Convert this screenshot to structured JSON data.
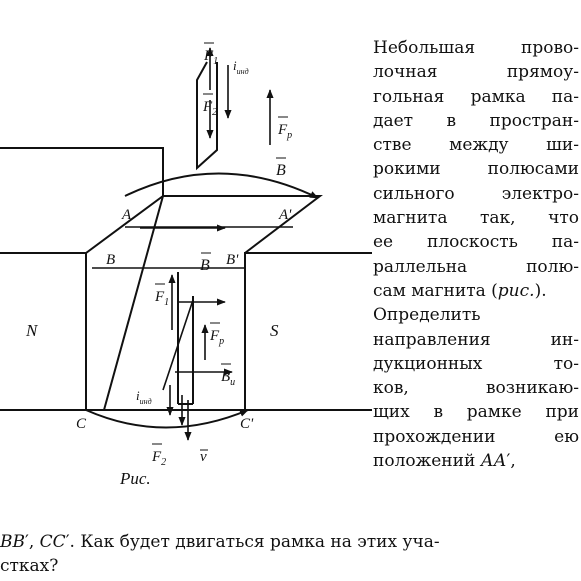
{
  "figure": {
    "caption": "Рис.",
    "poles": {
      "north": "N",
      "south": "S"
    },
    "positions": {
      "a": "A",
      "a_prime": "A'",
      "b": "B",
      "b_prime": "B'",
      "c": "C",
      "c_prime": "C'"
    },
    "vectors": {
      "f1": "F",
      "f1_sub": "1",
      "f2": "F",
      "f2_sub": "2",
      "fp": "F",
      "fp_sub": "р",
      "b": "B",
      "bu": "B",
      "bu_sub": "u",
      "v": "v",
      "i_ind": "i",
      "i_ind_sub": "инд"
    }
  },
  "problem_text": {
    "right_lines": [
      "Небольшая прово-",
      "лочная прямоу-",
      "гольная рамка па-",
      "дает в простран-",
      "стве между ши-",
      "рокими полюсами",
      "сильного электро-",
      "магнита так, что",
      "ее плоскость па-",
      "раллельна полю-",
      "сам магнита (",
      "рис.",
      ").",
      "Определить",
      "направления ин-",
      "дукционных то-",
      "ков, возникаю-",
      "щих в рамке при",
      "прохождении ею",
      "положений ",
      "АА",
      "′,"
    ],
    "bottom_lines": [
      "ВВ",
      "′, ",
      "СС",
      "′. Как будет двигаться рамка на этих уча-",
      "стках?"
    ]
  }
}
